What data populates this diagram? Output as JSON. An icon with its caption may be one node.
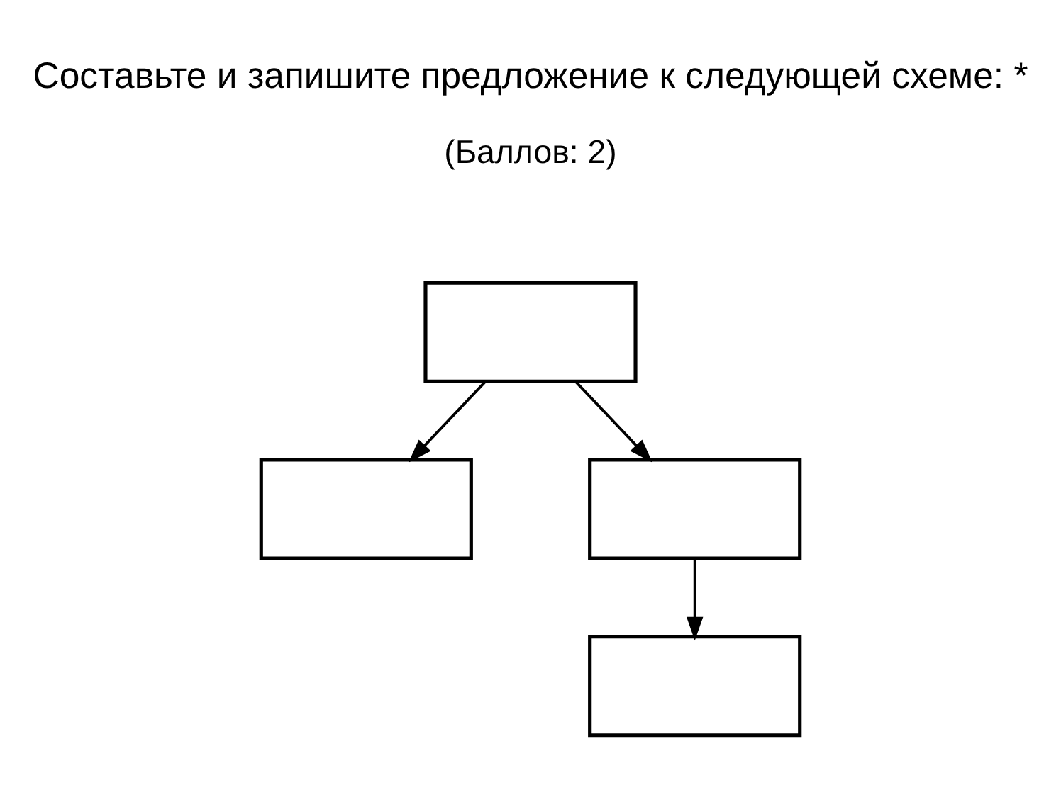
{
  "diagram": {
    "title": "Составьте и запишите предложение к следующей схеме: *",
    "nodes": [
      {
        "text": [],
        "shape": "box"
      },
      {
        "text": [],
        "shape": "box"
      },
      {
        "text": [],
        "shape": "box"
      },
      {
        "text": [],
        "shape": "box"
      }
    ],
    "edges": [
      {
        "from": 0,
        "to": 1,
        "arrow": "to"
      },
      {
        "from": 0,
        "to": 2,
        "arrow": "to"
      },
      {
        "from": 2,
        "to": 3,
        "arrow": "to"
      }
    ],
    "labels": [
      "(Баллов: 2)"
    ]
  }
}
